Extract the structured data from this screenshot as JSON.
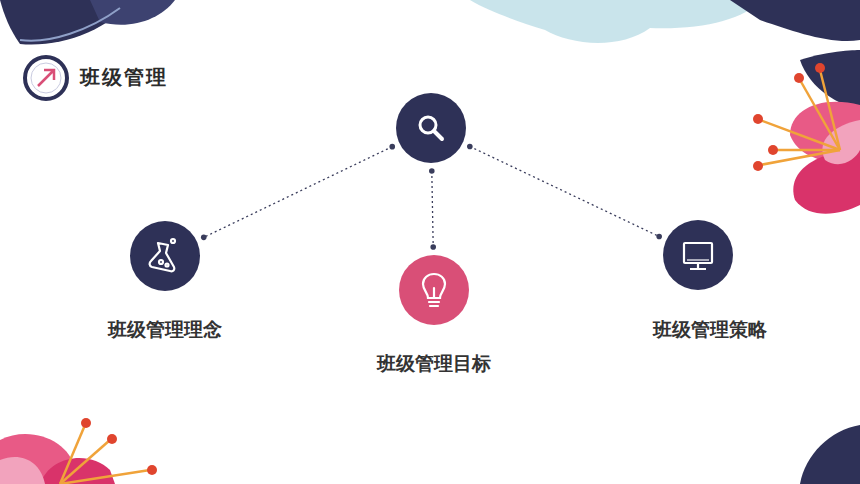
{
  "diagram": {
    "title": "班级管理",
    "nodes": [
      {
        "text": [
          "班级管理理念"
        ]
      },
      {
        "text": [
          "班级管理目标"
        ]
      },
      {
        "text": [
          "班级管理策略"
        ]
      }
    ]
  }
}
